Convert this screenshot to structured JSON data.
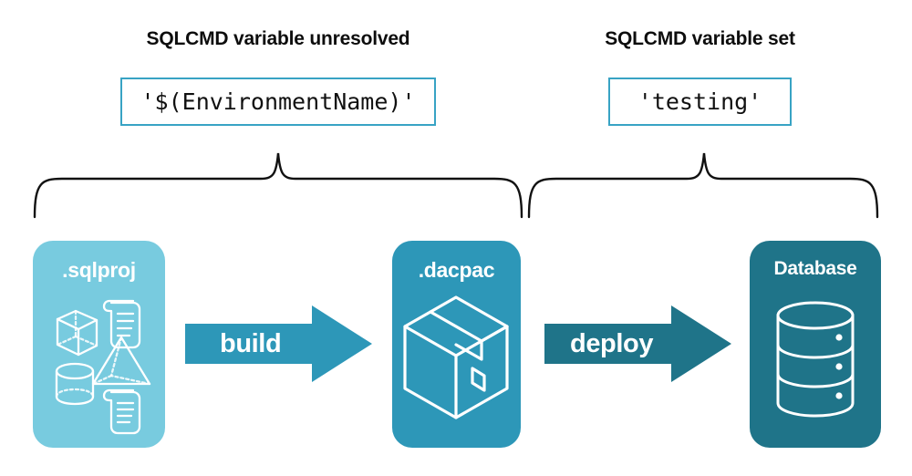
{
  "headers": {
    "left": "SQLCMD variable unresolved",
    "right": "SQLCMD variable set"
  },
  "code_boxes": {
    "left_value": "'$(EnvironmentName)'",
    "right_value": "'testing'"
  },
  "stages": [
    {
      "label": ".sqlproj",
      "icon": "project-shapes-icon",
      "color": "#78CBDF"
    },
    {
      "label": ".dacpac",
      "icon": "package-box-icon",
      "color": "#2D97B8"
    },
    {
      "label": "Database",
      "icon": "database-cylinder-icon",
      "color": "#1F7489"
    }
  ],
  "arrows": [
    {
      "label": "build",
      "color": "#2D97B8"
    },
    {
      "label": "deploy",
      "color": "#1F7489"
    }
  ],
  "braces": {
    "left_name": "brace-build-scope",
    "right_name": "brace-deploy-scope",
    "color": "#111111"
  },
  "colors": {
    "border_accent": "#38A3C4",
    "text": "#0d0d0d",
    "white": "#ffffff"
  }
}
